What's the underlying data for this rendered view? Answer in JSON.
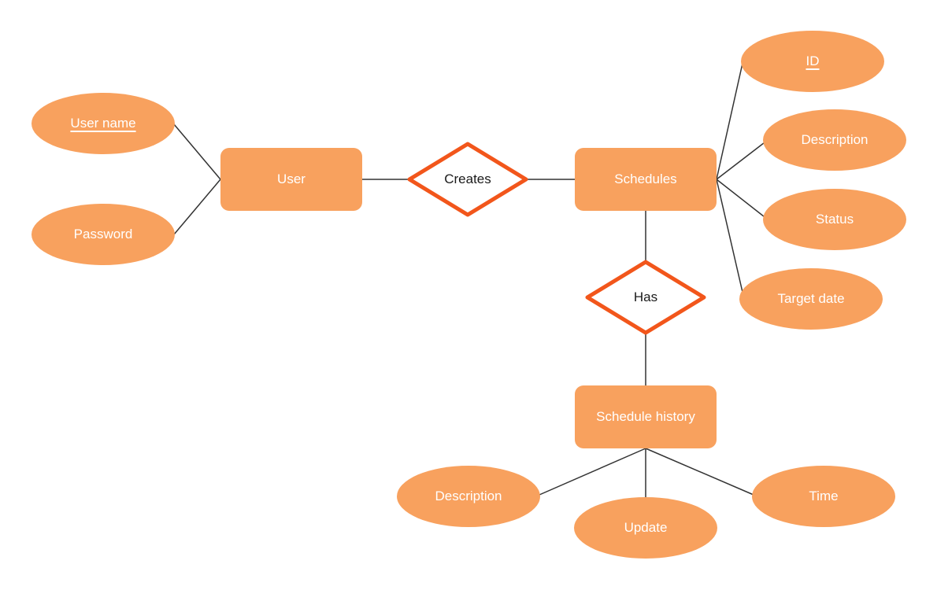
{
  "palette": {
    "node_fill": "#F8A15E",
    "node_text": "#FFFFFF",
    "relation_fill": "#FFFFFF",
    "relation_border": "#F2561B",
    "relation_text": "#1A1A1A",
    "connector": "#333333",
    "canvas_bg": "#FFFFFF"
  },
  "entities": {
    "user": {
      "label": "User"
    },
    "schedules": {
      "label": "Schedules"
    },
    "schedule_history": {
      "label": "Schedule history"
    }
  },
  "relationships": {
    "creates": {
      "label": "Creates"
    },
    "has": {
      "label": "Has"
    }
  },
  "attributes": {
    "user_name": {
      "label": "User name",
      "key": true
    },
    "password": {
      "label": "Password",
      "key": false
    },
    "id": {
      "label": "ID",
      "key": true
    },
    "schedules_description": {
      "label": "Description",
      "key": false
    },
    "status": {
      "label": "Status",
      "key": false
    },
    "target_date": {
      "label": "Target date",
      "key": false
    },
    "history_description": {
      "label": "Description",
      "key": false
    },
    "update": {
      "label": "Update",
      "key": false
    },
    "time": {
      "label": "Time",
      "key": false
    }
  }
}
